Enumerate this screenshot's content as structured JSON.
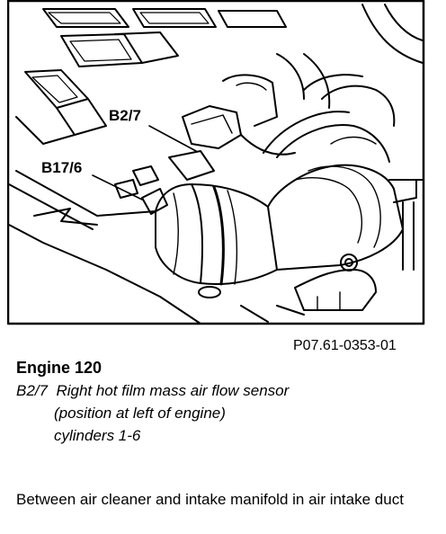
{
  "figure": {
    "callouts": [
      {
        "id": "b2-7",
        "label": "B2/7"
      },
      {
        "id": "b17-6",
        "label": "B17/6"
      }
    ],
    "reference": "P07.61-0353-01"
  },
  "caption": {
    "title": "Engine 120",
    "line1_code": "B2/7",
    "line1_text": "Right hot film mass air flow sensor",
    "line2": "(position at left of engine)",
    "line3": "cylinders 1-6"
  },
  "note": "Between air cleaner and intake manifold in air intake duct"
}
